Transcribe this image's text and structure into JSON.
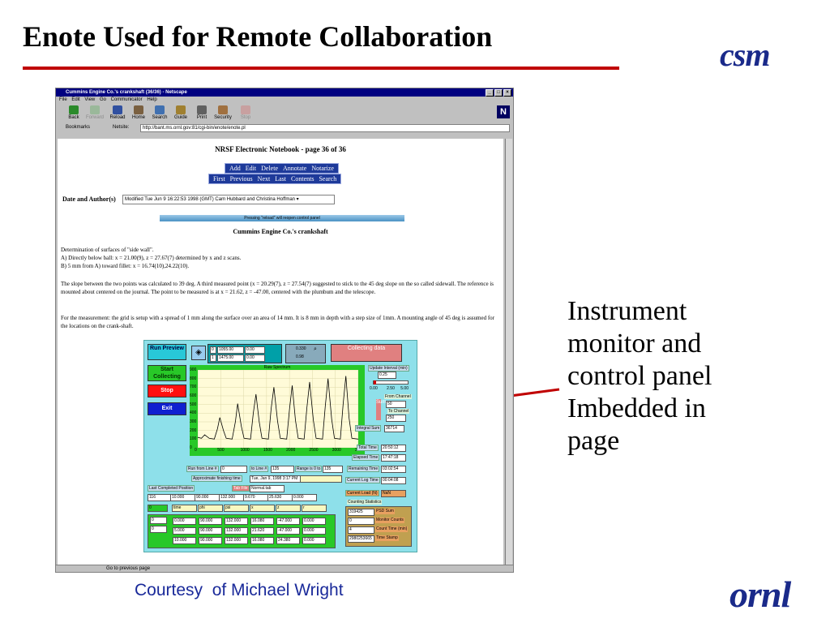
{
  "slide": {
    "title": "Enote Used for Remote Collaboration",
    "logo_top": "csm",
    "logo_bottom": "ornl",
    "caption_lines": [
      "Instrument",
      "monitor and",
      "control panel",
      "Imbedded in",
      "page"
    ],
    "courtesy": "Courtesy  of Michael Wright",
    "accent_color": "#c00000",
    "logo_color": "#1a2a8a"
  },
  "browser": {
    "title": "Cummins Engine Co.'s crankshaft (36/36) - Netscape",
    "menu": [
      "File",
      "Edit",
      "View",
      "Go",
      "Communicator",
      "Help"
    ],
    "toolbar": [
      {
        "label": "Back",
        "icon": "back-arrow-icon",
        "enabled": true
      },
      {
        "label": "Forward",
        "icon": "forward-arrow-icon",
        "enabled": false
      },
      {
        "label": "Reload",
        "icon": "reload-icon",
        "enabled": true
      },
      {
        "label": "Home",
        "icon": "home-icon",
        "enabled": true
      },
      {
        "label": "Search",
        "icon": "search-icon",
        "enabled": true
      },
      {
        "label": "Guide",
        "icon": "guide-icon",
        "enabled": true
      },
      {
        "label": "Print",
        "icon": "print-icon",
        "enabled": true
      },
      {
        "label": "Security",
        "icon": "security-icon",
        "enabled": true
      },
      {
        "label": "Stop",
        "icon": "stop-icon",
        "enabled": false
      }
    ],
    "bookmarks_label": "Bookmarks",
    "netsite_label": "Netsite:",
    "url": "http://bant.ms.ornl.gov:81/cgi-bin/enote/enote.pl",
    "status": "Go to previous page"
  },
  "notebook": {
    "title": "NRSF Electronic Notebook - page 36 of 36",
    "nav_row1": [
      "Add",
      "Edit",
      "Delete",
      "Annotate",
      "Notarize"
    ],
    "nav_row2": [
      "First",
      "Previous",
      "Next",
      "Last",
      "Contents",
      "Search"
    ],
    "date_label": "Date and Author(s)",
    "date_value": "Modified Tue Jun 9 16:22:53 1998 (GMT) Cam Hubbard and Christina Hoffman",
    "reload_banner": "Pressing \"reload\" will reopen control panel",
    "page_title": "Cummins Engine Co.'s crankshaft",
    "para1": [
      "Determination of surfaces of \"side wall\".",
      "A) Directly below ball: x = 21.00(9), z = 27.67(7) determined by x and z scans.",
      "B) 5 mm from A) toward fillet: x = 16.74(10),24.22(10)."
    ],
    "para2": "The slope between the two points was calculated to 39 deg. A third measured point (x = 20.29(7), z = 27.54(7) suggested to stick to the 45 deg slope on the so called sidewall. The reference is mounted about centered on the journal. The point to be measured is at x = 21.62, z = -47.00, centered with the plumbum and the telescope.",
    "para3": "For the measurement: the grid is setup with a spread of 1 mm along the surface over an area of 14 mm. It is 8 mm in depth with a step size of 1mm. A mounting angle of 45 deg is assumed for the locations on the crank-shaft."
  },
  "panel": {
    "buttons": {
      "run_preview": "Run Preview",
      "start_collecting": "Start Collecting",
      "stop": "Stop",
      "exit": "Exit"
    },
    "status": "Collecting data",
    "motor_rows": [
      {
        "index": "0",
        "a": "1055.00",
        "b": "0.00"
      },
      {
        "index": "1",
        "a": "1475.00",
        "b": "0.00"
      }
    ],
    "small_readouts": [
      "0.330",
      "0.98"
    ],
    "spectrum": {
      "title": "Raw Spectrum",
      "y_ticks": [
        "900",
        "800",
        "700",
        "600",
        "500",
        "400",
        "300",
        "200",
        "100",
        "0"
      ],
      "x_ticks": [
        "0",
        "500",
        "1000",
        "1500",
        "2000",
        "2500",
        "3000",
        "3500"
      ],
      "xlim": [
        0,
        3500
      ],
      "ylim": [
        0,
        900
      ],
      "line_color": "#000000",
      "bg_color": "#fffbd8",
      "frame_color": "#28c828"
    },
    "update_interval_label": "Update Interval (min)",
    "update_interval_value": "0.25",
    "slider_ticks": [
      "0.00",
      "2.50",
      "5.00"
    ],
    "from_channel_label": "From Channel",
    "from_channel_value": "50",
    "to_channel_label": "To Channel",
    "to_channel_value": "250",
    "sum_label": "Sum",
    "integral_sum_label": "Integral Sum",
    "integral_sum_value": "36714",
    "total_time_label": "Total Time",
    "total_time_value": "20:50:12",
    "elapsed_time_label": "Elapsed Time",
    "elapsed_time_value": "17:47:18",
    "remaining_time_label": "Remaining Time",
    "remaining_time_value": "03:02:54",
    "current_log_time_label": "Current Log Time",
    "current_log_time_value": "00:04:08",
    "run_from_label": "Run from Line #",
    "run_from_value": "0",
    "to_line_label": "to Line #",
    "to_line_value": "135",
    "range_label": "Range is 0 to",
    "range_value": "135",
    "finish_label": "Approximate finishing time",
    "finish_value": "Tue, Jan 9, 1998 3:17 PM",
    "last_position_label": "Last Completed Position",
    "tab_file_label": "Tab File",
    "tab_file_value": "Normal.tab",
    "position_values": [
      "116",
      "10.000",
      "90.000",
      "132.000",
      "9.670",
      "25.630",
      "0.000"
    ],
    "current_load_label": "Current Load (N)",
    "current_load_value": "NaN",
    "counting_stats_label": "Counting Statistics",
    "counting_stats": [
      {
        "value": "319425",
        "label": "PSD Sum"
      },
      {
        "value": "0",
        "label": "Monitor Counts"
      },
      {
        "value": "4",
        "label": "Count Time (min)"
      },
      {
        "value": "2980253665",
        "label": "Time Stamp"
      }
    ],
    "column_headers": [
      "time",
      "phi",
      "psi",
      "x",
      "z",
      "r"
    ],
    "col0_top": "0",
    "col0_rows": [
      "0",
      "0"
    ],
    "table_rows": [
      [
        "0.000",
        "90.000",
        "132.000",
        "16.080",
        "-47.000",
        "0.000"
      ],
      [
        "5.000",
        "90.000",
        "132.000",
        "21.620",
        "-47.000",
        "0.000"
      ],
      [
        "10.000",
        "90.000",
        "132.000",
        "16.080",
        "24.380",
        "0.000"
      ]
    ]
  },
  "chart_data": {
    "type": "line",
    "title": "Raw Spectrum",
    "xlabel": "",
    "ylabel": "",
    "xlim": [
      0,
      3500
    ],
    "ylim": [
      0,
      900
    ],
    "grid": true,
    "series": [
      {
        "x": [
          0,
          80,
          150,
          250,
          360,
          430,
          480,
          560,
          620,
          750,
          820,
          870,
          950,
          1010,
          1150,
          1210,
          1270,
          1340,
          1400,
          1540,
          1600,
          1660,
          1740,
          1800,
          1940,
          2000,
          2060,
          2130,
          2190,
          2320,
          2380,
          2440,
          2520,
          2580,
          2720,
          2780,
          2840,
          2920,
          2980,
          3110,
          3170,
          3230,
          3300,
          3360,
          3500
        ],
        "y": [
          120,
          110,
          150,
          110,
          100,
          220,
          350,
          200,
          110,
          100,
          300,
          510,
          250,
          110,
          100,
          400,
          620,
          300,
          110,
          100,
          450,
          700,
          310,
          110,
          100,
          440,
          720,
          320,
          110,
          100,
          460,
          760,
          320,
          110,
          100,
          480,
          800,
          330,
          110,
          100,
          500,
          830,
          340,
          110,
          100
        ]
      }
    ]
  }
}
